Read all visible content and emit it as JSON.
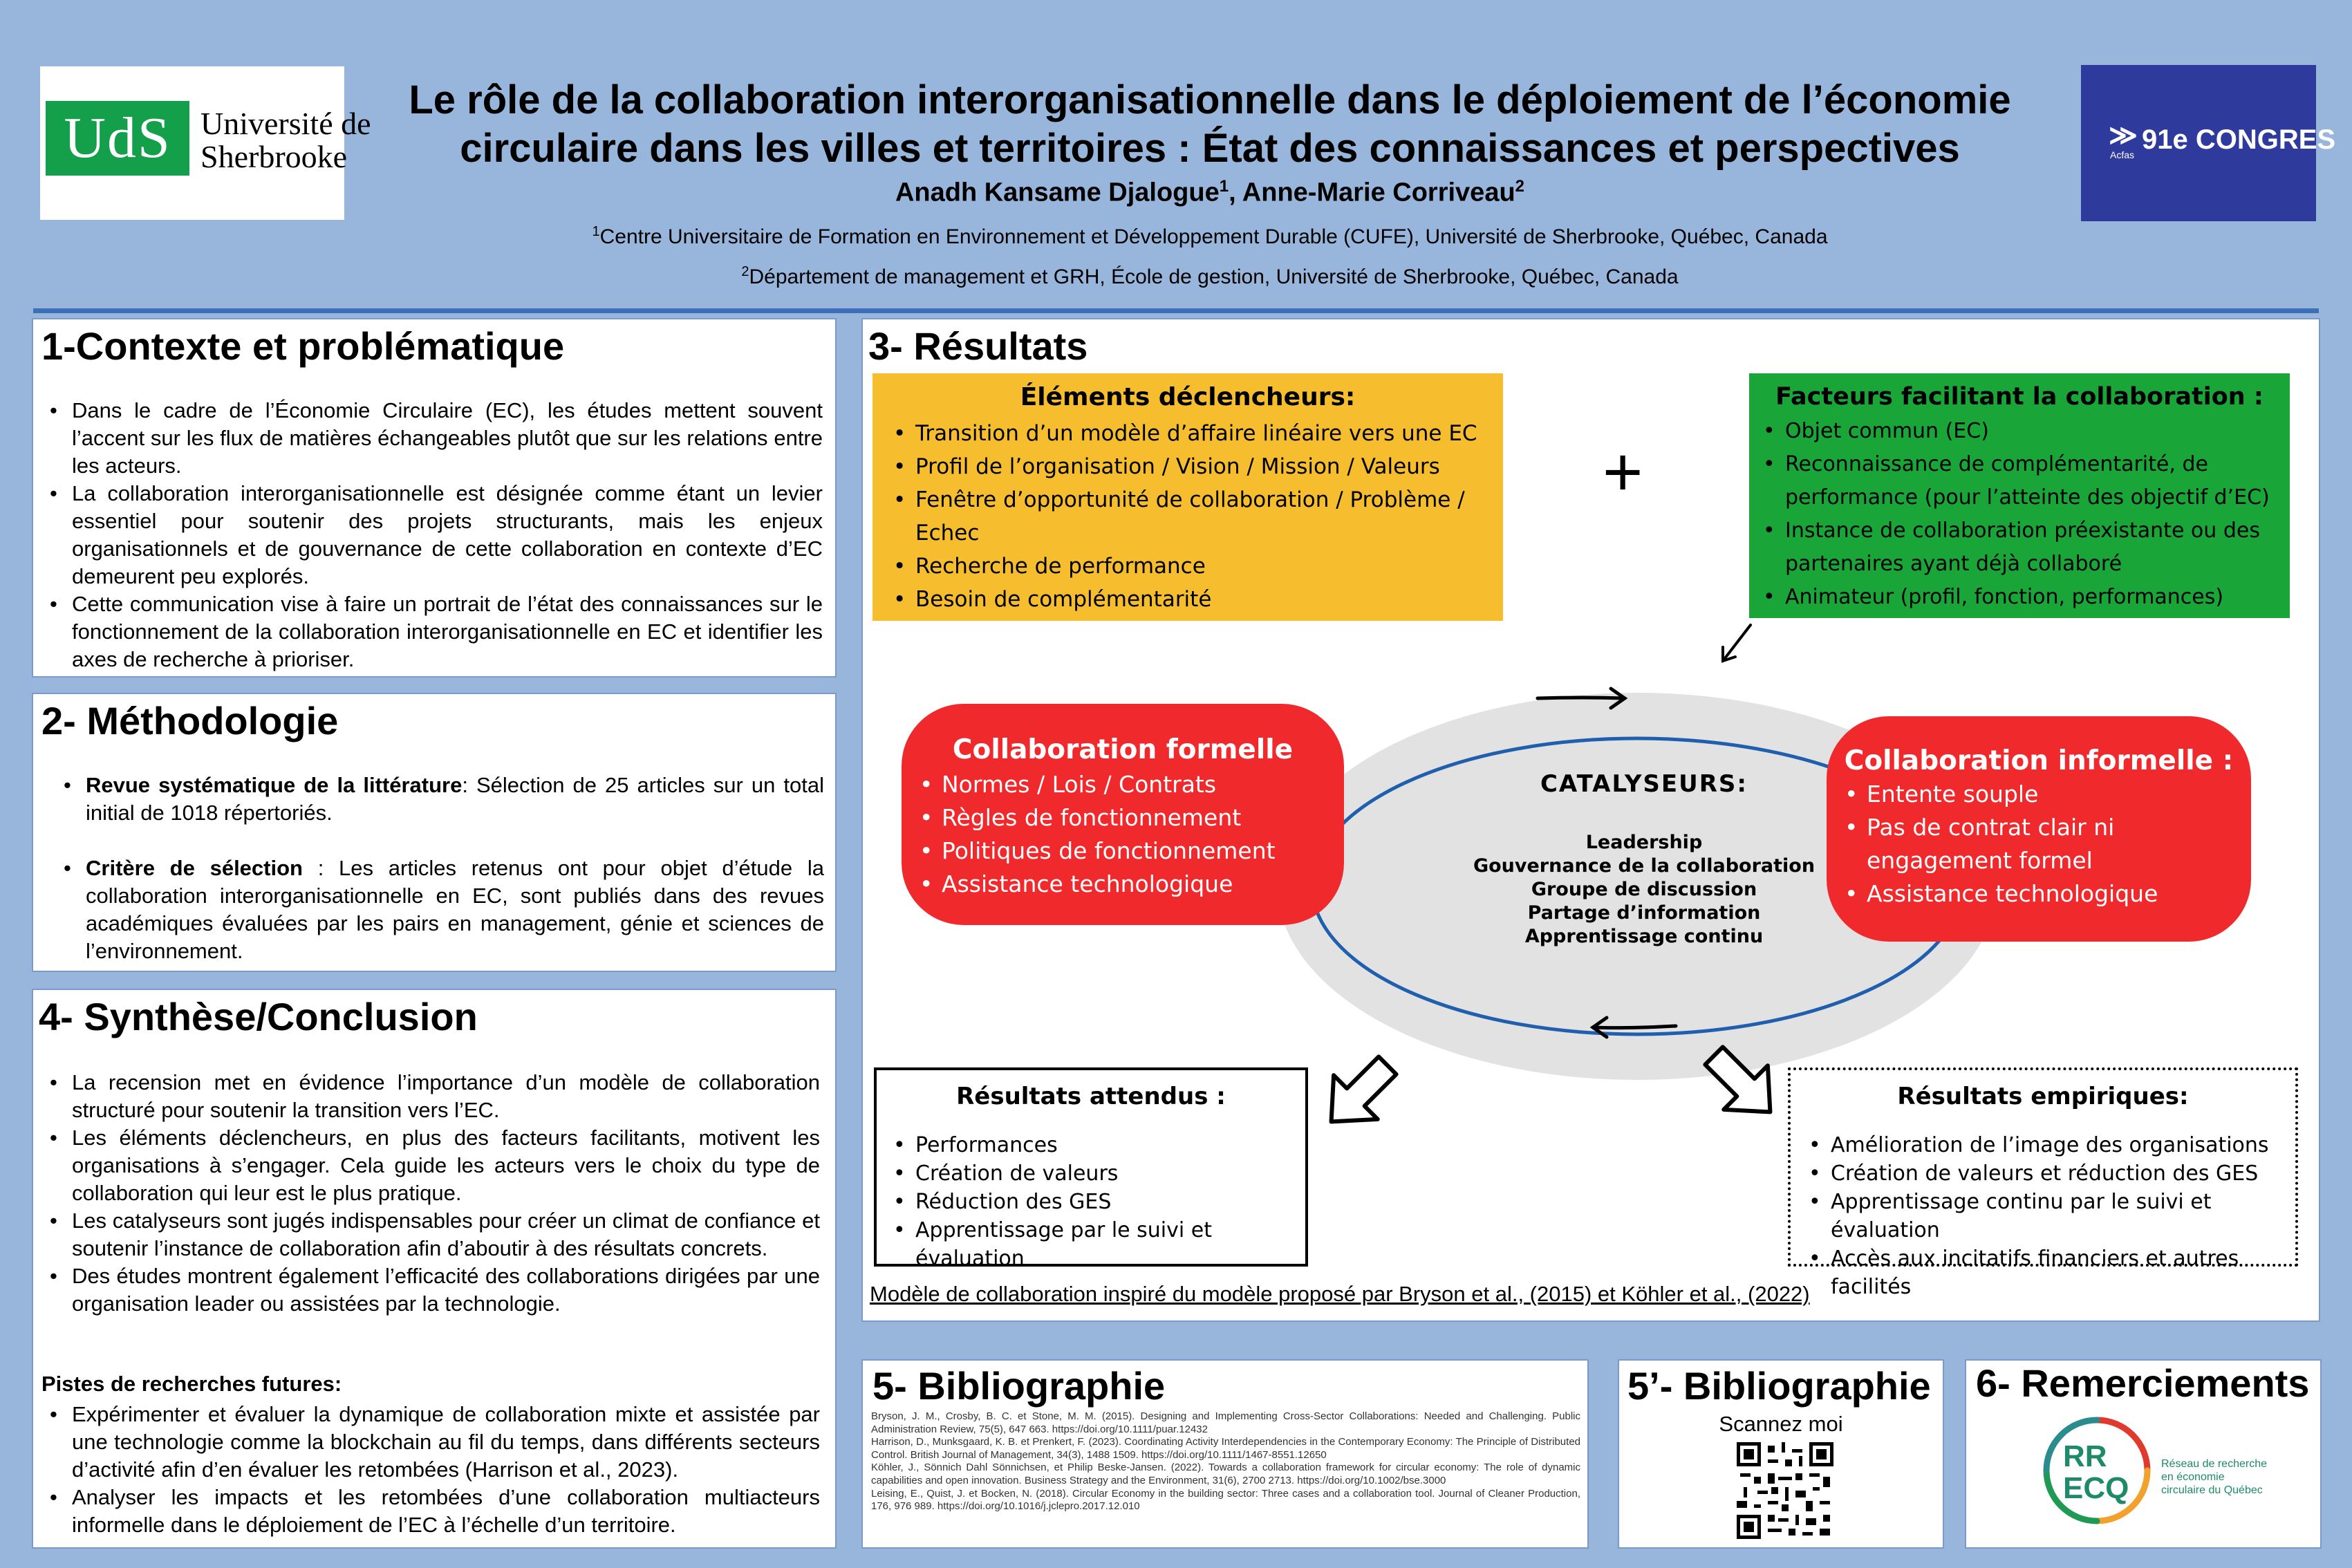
{
  "colors": {
    "background": "#98b5db",
    "yellow": "#f6bd2e",
    "green": "#1aa538",
    "red": "#f0292d",
    "navy": "#2e3a9c",
    "uds_green": "#14a04a"
  },
  "header": {
    "logo_left": {
      "mark": "UdS",
      "line1": "Université de",
      "line2": "Sherbrooke"
    },
    "logo_right": {
      "small": "Acfas",
      "text": "91e CONGRES"
    },
    "title_line1": "Le rôle de la collaboration interorganisationnelle dans le déploiement de l’économie",
    "title_line2": "circulaire dans les villes et territoires : État des connaissances et perspectives",
    "author1": "Anadh Kansame Djalogue",
    "author1_sup": "1",
    "author_sep": ", Anne-Marie Corriveau",
    "author2_sup": "2",
    "aff1_sup": "1",
    "aff1": "Centre Universitaire de Formation en Environnement et Développement Durable (CUFE), Université de Sherbrooke, Québec, Canada",
    "aff2_sup": "2",
    "aff2": "Département de management et GRH, École de gestion, Université de Sherbrooke, Québec, Canada"
  },
  "contexte": {
    "title": "1-Contexte et problématique",
    "items": [
      "Dans le cadre de l’Économie Circulaire (EC), les études mettent souvent l’accent sur les flux de matières échangeables plutôt que sur les relations entre les acteurs.",
      "La collaboration interorganisationnelle est désignée comme étant un levier essentiel pour soutenir des projets structurants, mais les enjeux organisationnels et de gouvernance de cette collaboration en contexte d’EC demeurent peu explorés.",
      "Cette communication vise à faire un portrait de l’état des connaissances sur le fonctionnement de la collaboration interorganisationnelle en EC et identifier les axes de recherche à prioriser."
    ]
  },
  "methodo": {
    "title": "2- Méthodologie",
    "item1_bold": "Revue systématique de la littérature",
    "item1_text": ": Sélection de 25 articles sur un total initial de 1018 répertoriés.",
    "item2_bold": "Critère de sélection",
    "item2_text": " : Les articles retenus ont pour objet d’étude la collaboration interorganisationnelle en EC, sont publiés dans des revues académiques évaluées par les pairs en management, génie et sciences de l’environnement."
  },
  "synthese": {
    "title": "4- Synthèse/Conclusion",
    "items": [
      "La recension met en évidence l’importance d’un modèle de collaboration structuré pour soutenir la transition vers l’EC.",
      "Les éléments déclencheurs, en plus des facteurs facilitants, motivent les organisations à s’engager. Cela guide les acteurs vers le choix du type de collaboration qui leur est le plus pratique.",
      "Les catalyseurs sont jugés indispensables pour créer un climat de confiance et soutenir l’instance de collaboration afin d’aboutir à des résultats concrets.",
      "Des études montrent également l’efficacité des collaborations dirigées par une organisation leader ou assistées par la technologie."
    ],
    "pistes_title": "Pistes de recherches futures:",
    "pistes": [
      "Expérimenter et évaluer la dynamique de collaboration mixte et assistée par une technologie comme la blockchain au fil du temps, dans différents secteurs d’activité afin d’en évaluer les retombées (Harrison et al., 2023).",
      "Analyser les impacts et les retombées d’une collaboration multiacteurs informelle dans le déploiement de l’EC à l’échelle d’un territoire."
    ]
  },
  "resultats": {
    "title": "3- Résultats",
    "plus": "+",
    "declencheurs": {
      "title": "Éléments déclencheurs:",
      "items": [
        "Transition d’un modèle d’affaire linéaire vers une EC",
        "Profil de l’organisation / Vision / Mission / Valeurs",
        "Fenêtre d’opportunité de collaboration / Problème / Echec",
        "Recherche de performance",
        "Besoin de complémentarité"
      ]
    },
    "facteurs": {
      "title": "Facteurs facilitant la collaboration :",
      "items": [
        "Objet commun (EC)",
        "Reconnaissance de complémentarité, de performance (pour l’atteinte des objectif d’EC)",
        "Instance de collaboration préexistante ou des partenaires ayant déjà collaboré",
        "Animateur  (profil, fonction, performances)"
      ]
    },
    "formelle": {
      "title": "Collaboration formelle",
      "items": [
        "Normes / Lois / Contrats",
        "Règles de fonctionnement",
        "Politiques de fonctionnement",
        "Assistance technologique"
      ]
    },
    "informelle": {
      "title": "Collaboration informelle :",
      "items": [
        "Entente souple",
        "Pas de contrat clair ni engagement formel",
        "Assistance technologique"
      ]
    },
    "catalyseurs": {
      "title": "CATALYSEURS:",
      "items": [
        "Leadership",
        "Gouvernance de la collaboration",
        "Groupe de discussion",
        "Partage d’information",
        "Apprentissage continu"
      ]
    },
    "attendus": {
      "title": "Résultats attendus :",
      "items": [
        "Performances",
        "Création de valeurs",
        "Réduction des GES",
        "Apprentissage par le suivi et évaluation"
      ]
    },
    "empiriques": {
      "title": "Résultats empiriques:",
      "items": [
        "Amélioration de l’image des organisations",
        "Création de valeurs et réduction des GES",
        "Apprentissage continu par le suivi et évaluation",
        "Accès aux incitatifs financiers et autres facilités"
      ]
    },
    "caption": "Modèle de collaboration inspiré du modèle proposé par Bryson et al., (2015) et Köhler et al., (2022)"
  },
  "biblio": {
    "title": "5- Bibliographie",
    "refs": [
      "Bryson, J. M., Crosby, B. C. et Stone, M. M. (2015). Designing and Implementing Cross-Sector Collaborations: Needed and Challenging. Public Administration Review, 75(5), 647 663. https://doi.org/10.1111/puar.12432",
      "Harrison, D., Munksgaard, K. B. et Prenkert, F. (2023). Coordinating Activity Interdependencies in the Contemporary Economy: The Principle of Distributed Control. British Journal of Management, 34(3), 1488 1509. https://doi.org/10.1111/1467-8551.12650",
      "Köhler, J., Sönnich Dahl Sönnichsen, et Philip Beske-Jansen. (2022). Towards a collaboration framework for circular economy: The role of dynamic capabilities and open innovation. Business Strategy and the Environment, 31(6), 2700 2713. https://doi.org/10.1002/bse.3000",
      "Leising, E., Quist, J. et Bocken, N. (2018). Circular Economy in the building sector: Three cases and a collaboration tool. Journal of Cleaner Production, 176, 976 989. https://doi.org/10.1016/j.jclepro.2017.12.010"
    ]
  },
  "biblio2": {
    "title": "5’- Bibliographie",
    "subtitle": "Scannez moi"
  },
  "remerciements": {
    "title": "6- Remerciements",
    "logo_mark1": "RR",
    "logo_mark2": "ECQ",
    "logo_text": "Réseau de recherche en économie circulaire du Québec"
  }
}
